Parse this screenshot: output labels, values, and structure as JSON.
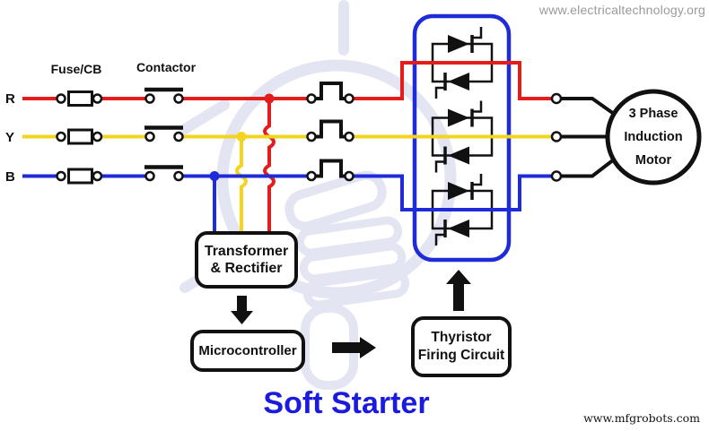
{
  "page": {
    "title": "Soft Starter",
    "title_color": "#1b1be0",
    "site_top": "www.electricaltechnology.org",
    "site_bottom": "www.mfgrobots.com"
  },
  "phases": {
    "labels": [
      "R",
      "Y",
      "B"
    ],
    "colors": {
      "r": "#e41c1c",
      "y": "#f2d51c",
      "b": "#1d2cd8"
    }
  },
  "labels": {
    "fuse": "Fuse/CB",
    "contactor": "Contactor"
  },
  "blocks": {
    "transformer": {
      "line1": "Transformer",
      "line2": "& Rectifier"
    },
    "microcontroller": {
      "line1": "Microcontroller"
    },
    "firing": {
      "line1": "Thyristor",
      "line2": "Firing Circuit"
    },
    "motor": {
      "line1": "3 Phase",
      "line2": "Induction",
      "line3": "Motor"
    }
  },
  "icons": {
    "thyristor_pairs": 3,
    "watermark": "light-bulb-in-fist-watermark"
  }
}
